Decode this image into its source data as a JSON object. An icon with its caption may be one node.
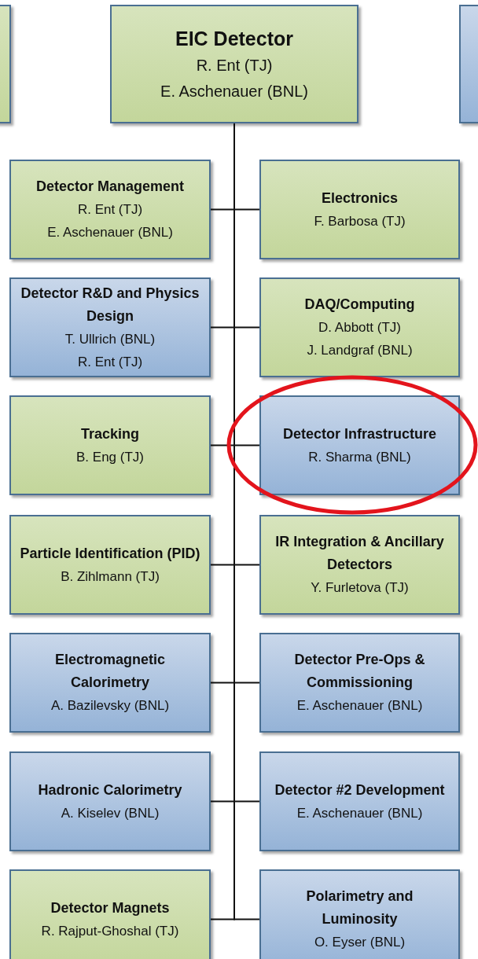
{
  "diagram": {
    "nodes": [
      {
        "text": [],
        "shape": "box"
      },
      {
        "text": [
          "EIC Detector",
          "R. Ent (TJ)",
          "E. Aschenauer (BNL)"
        ]
      },
      {
        "text": [],
        "shape": "box"
      },
      {
        "text": [
          "Detector Management",
          "R. Ent (TJ)",
          "E. Aschenauer (BNL)"
        ]
      },
      {
        "text": [
          "Electronics",
          "F. Barbosa (TJ)"
        ]
      },
      {
        "text": [
          "Detector R&D and Physics Design",
          "T. Ullrich (BNL)",
          "R. Ent  (TJ)"
        ]
      },
      {
        "text": [
          "DAQ/Computing",
          "D. Abbott (TJ)",
          "J. Landgraf (BNL)"
        ]
      },
      {
        "text": [
          "Tracking",
          "B. Eng (TJ)"
        ]
      },
      {
        "text": [
          "Detector Infrastructure",
          "R. Sharma (BNL)"
        ]
      },
      {
        "text": [
          "Particle Identification (PID)",
          "B. Zihlmann (TJ)"
        ]
      },
      {
        "text": [
          "IR Integration & Ancillary Detectors",
          "Y. Furletova (TJ)"
        ]
      },
      {
        "text": [
          "Electromagnetic Calorimetry",
          "A. Bazilevsky (BNL)"
        ]
      },
      {
        "text": [
          "Detector Pre-Ops & Commissioning",
          "E. Aschenauer  (BNL)"
        ]
      },
      {
        "text": [
          "Hadronic Calorimetry",
          "A. Kiselev (BNL)"
        ]
      },
      {
        "text": [
          "Detector #2 Development",
          "E. Aschenauer (BNL)"
        ]
      },
      {
        "text": [
          "Detector Magnets",
          "R. Rajput-Ghoshal (TJ)"
        ]
      },
      {
        "text": [
          "Polarimetry and Luminosity",
          "O. Eyser (BNL)"
        ]
      }
    ],
    "edges": [
      {
        "from": 1,
        "to": 3,
        "arrow": "none"
      },
      {
        "from": 1,
        "to": 4,
        "arrow": "none"
      },
      {
        "from": 1,
        "to": 5,
        "arrow": "none"
      },
      {
        "from": 1,
        "to": 6,
        "arrow": "none"
      },
      {
        "from": 1,
        "to": 7,
        "arrow": "none"
      },
      {
        "from": 1,
        "to": 8,
        "arrow": "none"
      },
      {
        "from": 1,
        "to": 9,
        "arrow": "none"
      },
      {
        "from": 1,
        "to": 10,
        "arrow": "none"
      },
      {
        "from": 1,
        "to": 11,
        "arrow": "none"
      },
      {
        "from": 1,
        "to": 12,
        "arrow": "none"
      },
      {
        "from": 1,
        "to": 13,
        "arrow": "none"
      },
      {
        "from": 1,
        "to": 14,
        "arrow": "none"
      },
      {
        "from": 1,
        "to": 15,
        "arrow": "none"
      },
      {
        "from": 1,
        "to": 16,
        "arrow": "none"
      }
    ]
  }
}
